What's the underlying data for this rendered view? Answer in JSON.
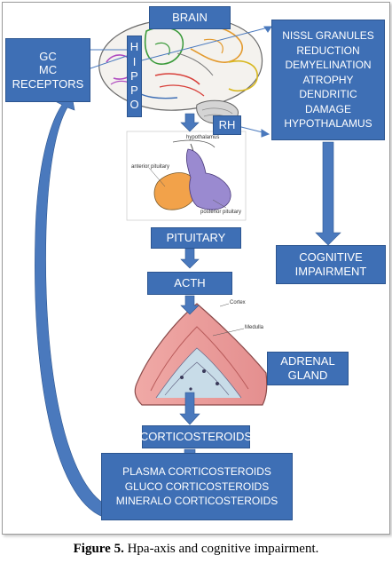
{
  "boxes": {
    "brain": "BRAIN",
    "hippo": [
      "H",
      "I",
      "P",
      "P",
      "O"
    ],
    "gc_lines": [
      "GC",
      "MC",
      "RECEPTORS"
    ],
    "effects": [
      "NISSL GRANULES",
      "REDUCTION",
      "DEMYELINATION",
      "ATROPHY",
      "DENDRITIC",
      "DAMAGE",
      "HYPOTHALAMUS"
    ],
    "rh": "RH",
    "pituitary": "PITUITARY",
    "cognitive": [
      "COGNITIVE",
      "IMPAIRMENT"
    ],
    "acth": "ACTH",
    "adrenal": [
      "ADRENAL",
      "GLAND"
    ],
    "corticosteroids": "CORTICOSTEROIDS",
    "plasma": [
      "PLASMA CORTICOSTEROIDS",
      "GLUCO CORTICOSTEROIDS",
      "MINERALO CORTICOSTEROIDS"
    ]
  },
  "labels": {
    "hypothalamus": "hypothalamus",
    "anterior_pituitary": "anterior pituitary",
    "posterior_pituitary": "posterior pituitary",
    "cortex": "Cortex",
    "medulla": "Medulla"
  },
  "caption": {
    "figure": "Figure 5.",
    "text": " Hpa-axis and cognitive impairment."
  },
  "colors": {
    "box_fill": "#3e6fb5",
    "box_border": "#2c5590",
    "arrow": "#4a79bd",
    "pituitary_anterior": "#f2a24a",
    "pituitary_posterior": "#9a8ad0",
    "adrenal_cortex": "#e79a9a",
    "adrenal_medulla": "#c8dce8"
  }
}
